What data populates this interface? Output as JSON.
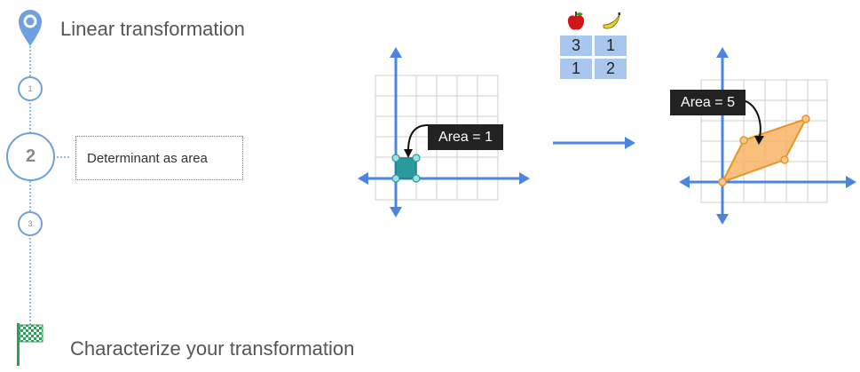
{
  "timeline": {
    "start_title": "Linear transformation",
    "steps": [
      {
        "number": "1"
      },
      {
        "number": "2",
        "label": "Determinant as area"
      },
      {
        "number": "3"
      }
    ],
    "end_title": "Characterize your transformation"
  },
  "diagram": {
    "left_callout": "Area = 1",
    "right_callout": "Area = 5",
    "matrix": [
      [
        "3",
        "1"
      ],
      [
        "1",
        "2"
      ]
    ],
    "matrix_icons": [
      "apple-icon",
      "banana-icon"
    ]
  },
  "colors": {
    "accent_blue": "#4a86e0",
    "teal_square": "#2a9a9c",
    "orange_parallelogram": "#f7b565",
    "matrix_cell": "#a9c7ee"
  }
}
